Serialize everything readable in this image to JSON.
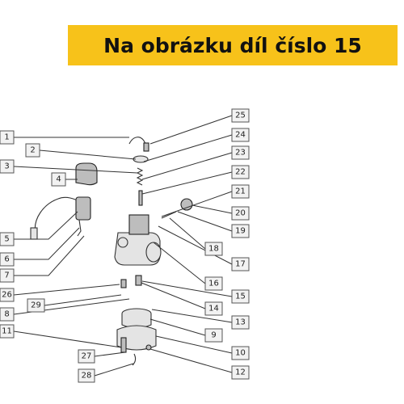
{
  "banner": {
    "text": "Na obrázku díl číslo 15"
  },
  "callouts": {
    "c1": "1",
    "c2": "2",
    "c3": "3",
    "c4": "4",
    "c5": "5",
    "c6": "6",
    "c7": "7",
    "c8": "8",
    "c9": "9",
    "c10": "10",
    "c11": "11",
    "c12": "12",
    "c13": "13",
    "c14": "14",
    "c15": "15",
    "c16": "16",
    "c17": "17",
    "c18": "18",
    "c19": "19",
    "c20": "20",
    "c21": "21",
    "c22": "22",
    "c23": "23",
    "c24": "24",
    "c25": "25",
    "c26": "26",
    "c27": "27",
    "c28": "28",
    "c29": "29"
  }
}
